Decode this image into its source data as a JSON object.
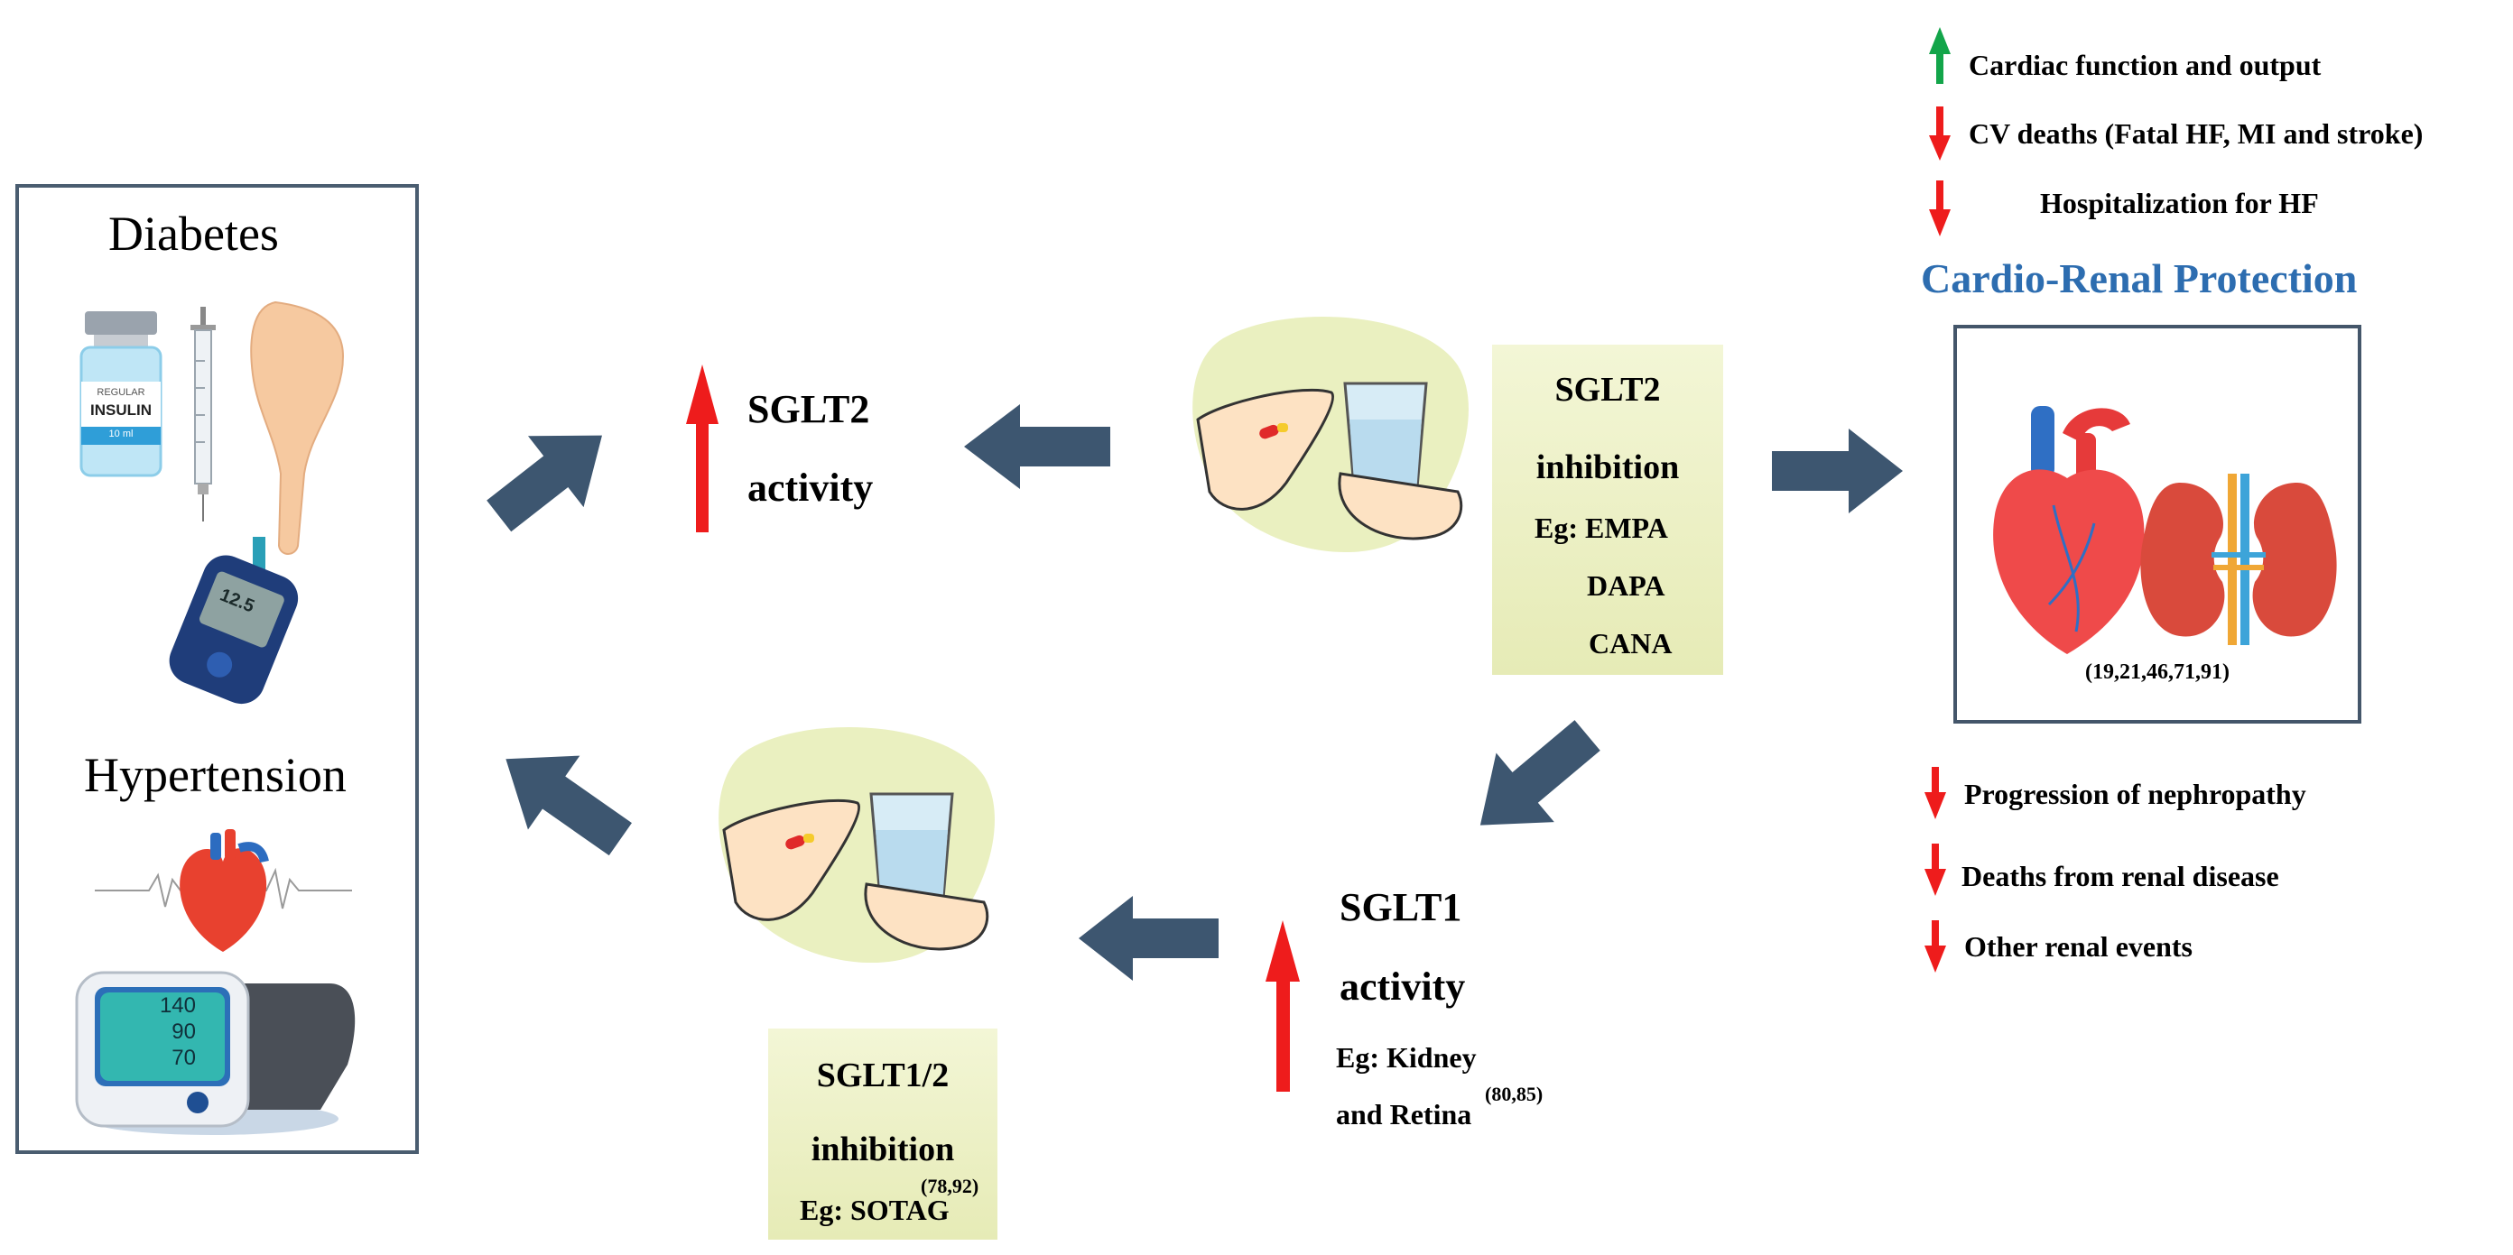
{
  "conditions": {
    "diabetes": "Diabetes",
    "hypertension": "Hypertension",
    "insulin_label": "INSULIN",
    "insulin_sub": "REGULAR",
    "insulin_volume": "10 ml",
    "glucose_reading": "12.5",
    "bp_values": [
      "140",
      "90",
      "70"
    ]
  },
  "sglt2_activity": {
    "line1": "SGLT2",
    "line2": "activity"
  },
  "sglt2_inhibition": {
    "line1": "SGLT2",
    "line2": "inhibition",
    "examples": [
      "Eg: EMPA",
      "DAPA",
      "CANA"
    ]
  },
  "sglt1_activity": {
    "line1": "SGLT1",
    "line2": "activity",
    "eg_line1": "Eg: Kidney",
    "eg_line2": "and Retina",
    "ref": "(80,85)"
  },
  "sglt12_inhibition": {
    "line1": "SGLT1/2",
    "line2": "inhibition",
    "eg": "Eg: SOTAG",
    "ref": "(78,92)"
  },
  "cardiac_effects": [
    {
      "direction": "up",
      "text": "Cardiac function and output"
    },
    {
      "direction": "down",
      "text": "CV deaths (Fatal HF, MI and stroke)"
    },
    {
      "direction": "down",
      "text": "Hospitalization for HF"
    }
  ],
  "protection_title": "Cardio-Renal Protection",
  "organ_refs": "(19,21,46,71,91)",
  "renal_effects": [
    {
      "direction": "down",
      "text": "Progression of nephropathy"
    },
    {
      "direction": "down",
      "text": "Deaths from renal disease"
    },
    {
      "direction": "down",
      "text": "Other renal events"
    }
  ],
  "colors": {
    "flow_arrow": "#3d5670",
    "up_arrow": "#13a54a",
    "down_arrow": "#ee1c1c",
    "title_blue": "#2d6db0",
    "box_border": "#4a5d70",
    "tag_fill": "#eef2c8"
  }
}
